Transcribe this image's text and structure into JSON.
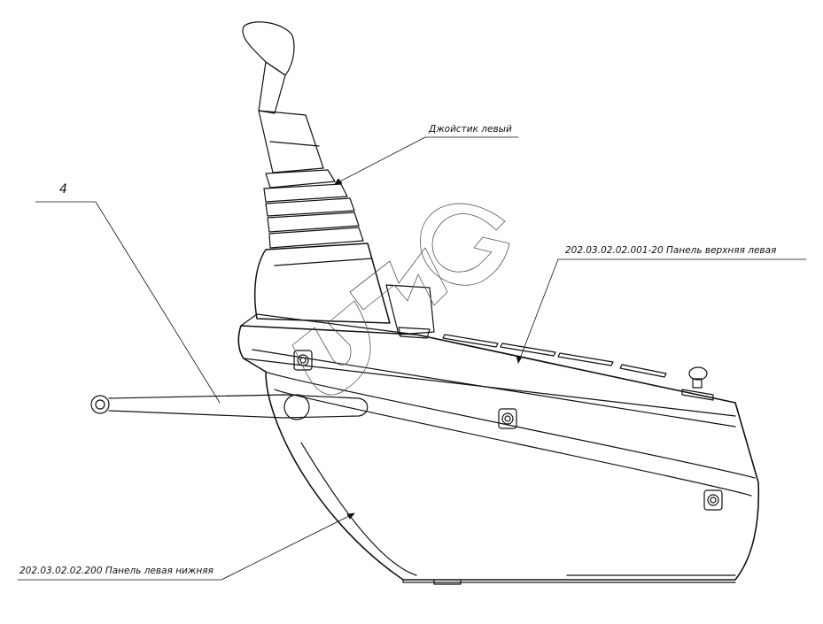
{
  "drawing": {
    "title": "Joystick console side view",
    "watermark": "UMG",
    "callouts": {
      "item_number": "4",
      "joystick": "Джойстик левый",
      "upper_panel": "202.03.02.02.001-20 Панель верхняя левая",
      "lower_panel": "202.03.02.02.200 Панель левая нижняя"
    },
    "colors": {
      "line": "#111111",
      "watermark": "#555555"
    }
  }
}
